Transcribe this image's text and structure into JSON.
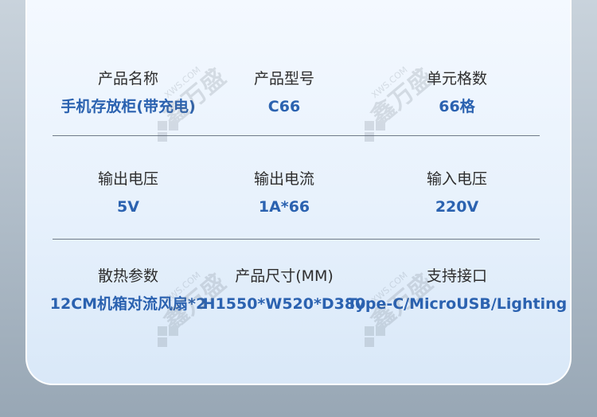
{
  "specs": [
    [
      {
        "label": "产品名称",
        "value": "手机存放柜(带充电)"
      },
      {
        "label": "产品型号",
        "value": "C66"
      },
      {
        "label": "单元格数",
        "value": "66格"
      }
    ],
    [
      {
        "label": "输出电压",
        "value": "5V"
      },
      {
        "label": "输出电流",
        "value": "1A*66"
      },
      {
        "label": "输入电压",
        "value": "220V"
      }
    ],
    [
      {
        "label": "散热参数",
        "value": "12CM机箱对流风扇*2"
      },
      {
        "label": "产品尺寸(MM)",
        "value": "H1550*W520*D380"
      },
      {
        "label": "支持接口",
        "value": "Type-C/MicroUSB/Lighting"
      }
    ]
  ],
  "watermark": {
    "text": "鑫万盛",
    "domain": "XWS.COM"
  },
  "colors": {
    "label": "#2d2d2d",
    "value": "#2b62b0",
    "divider": "#6f7b88",
    "card_top": "#f4f9ff",
    "card_bottom": "#d9e8f8"
  }
}
